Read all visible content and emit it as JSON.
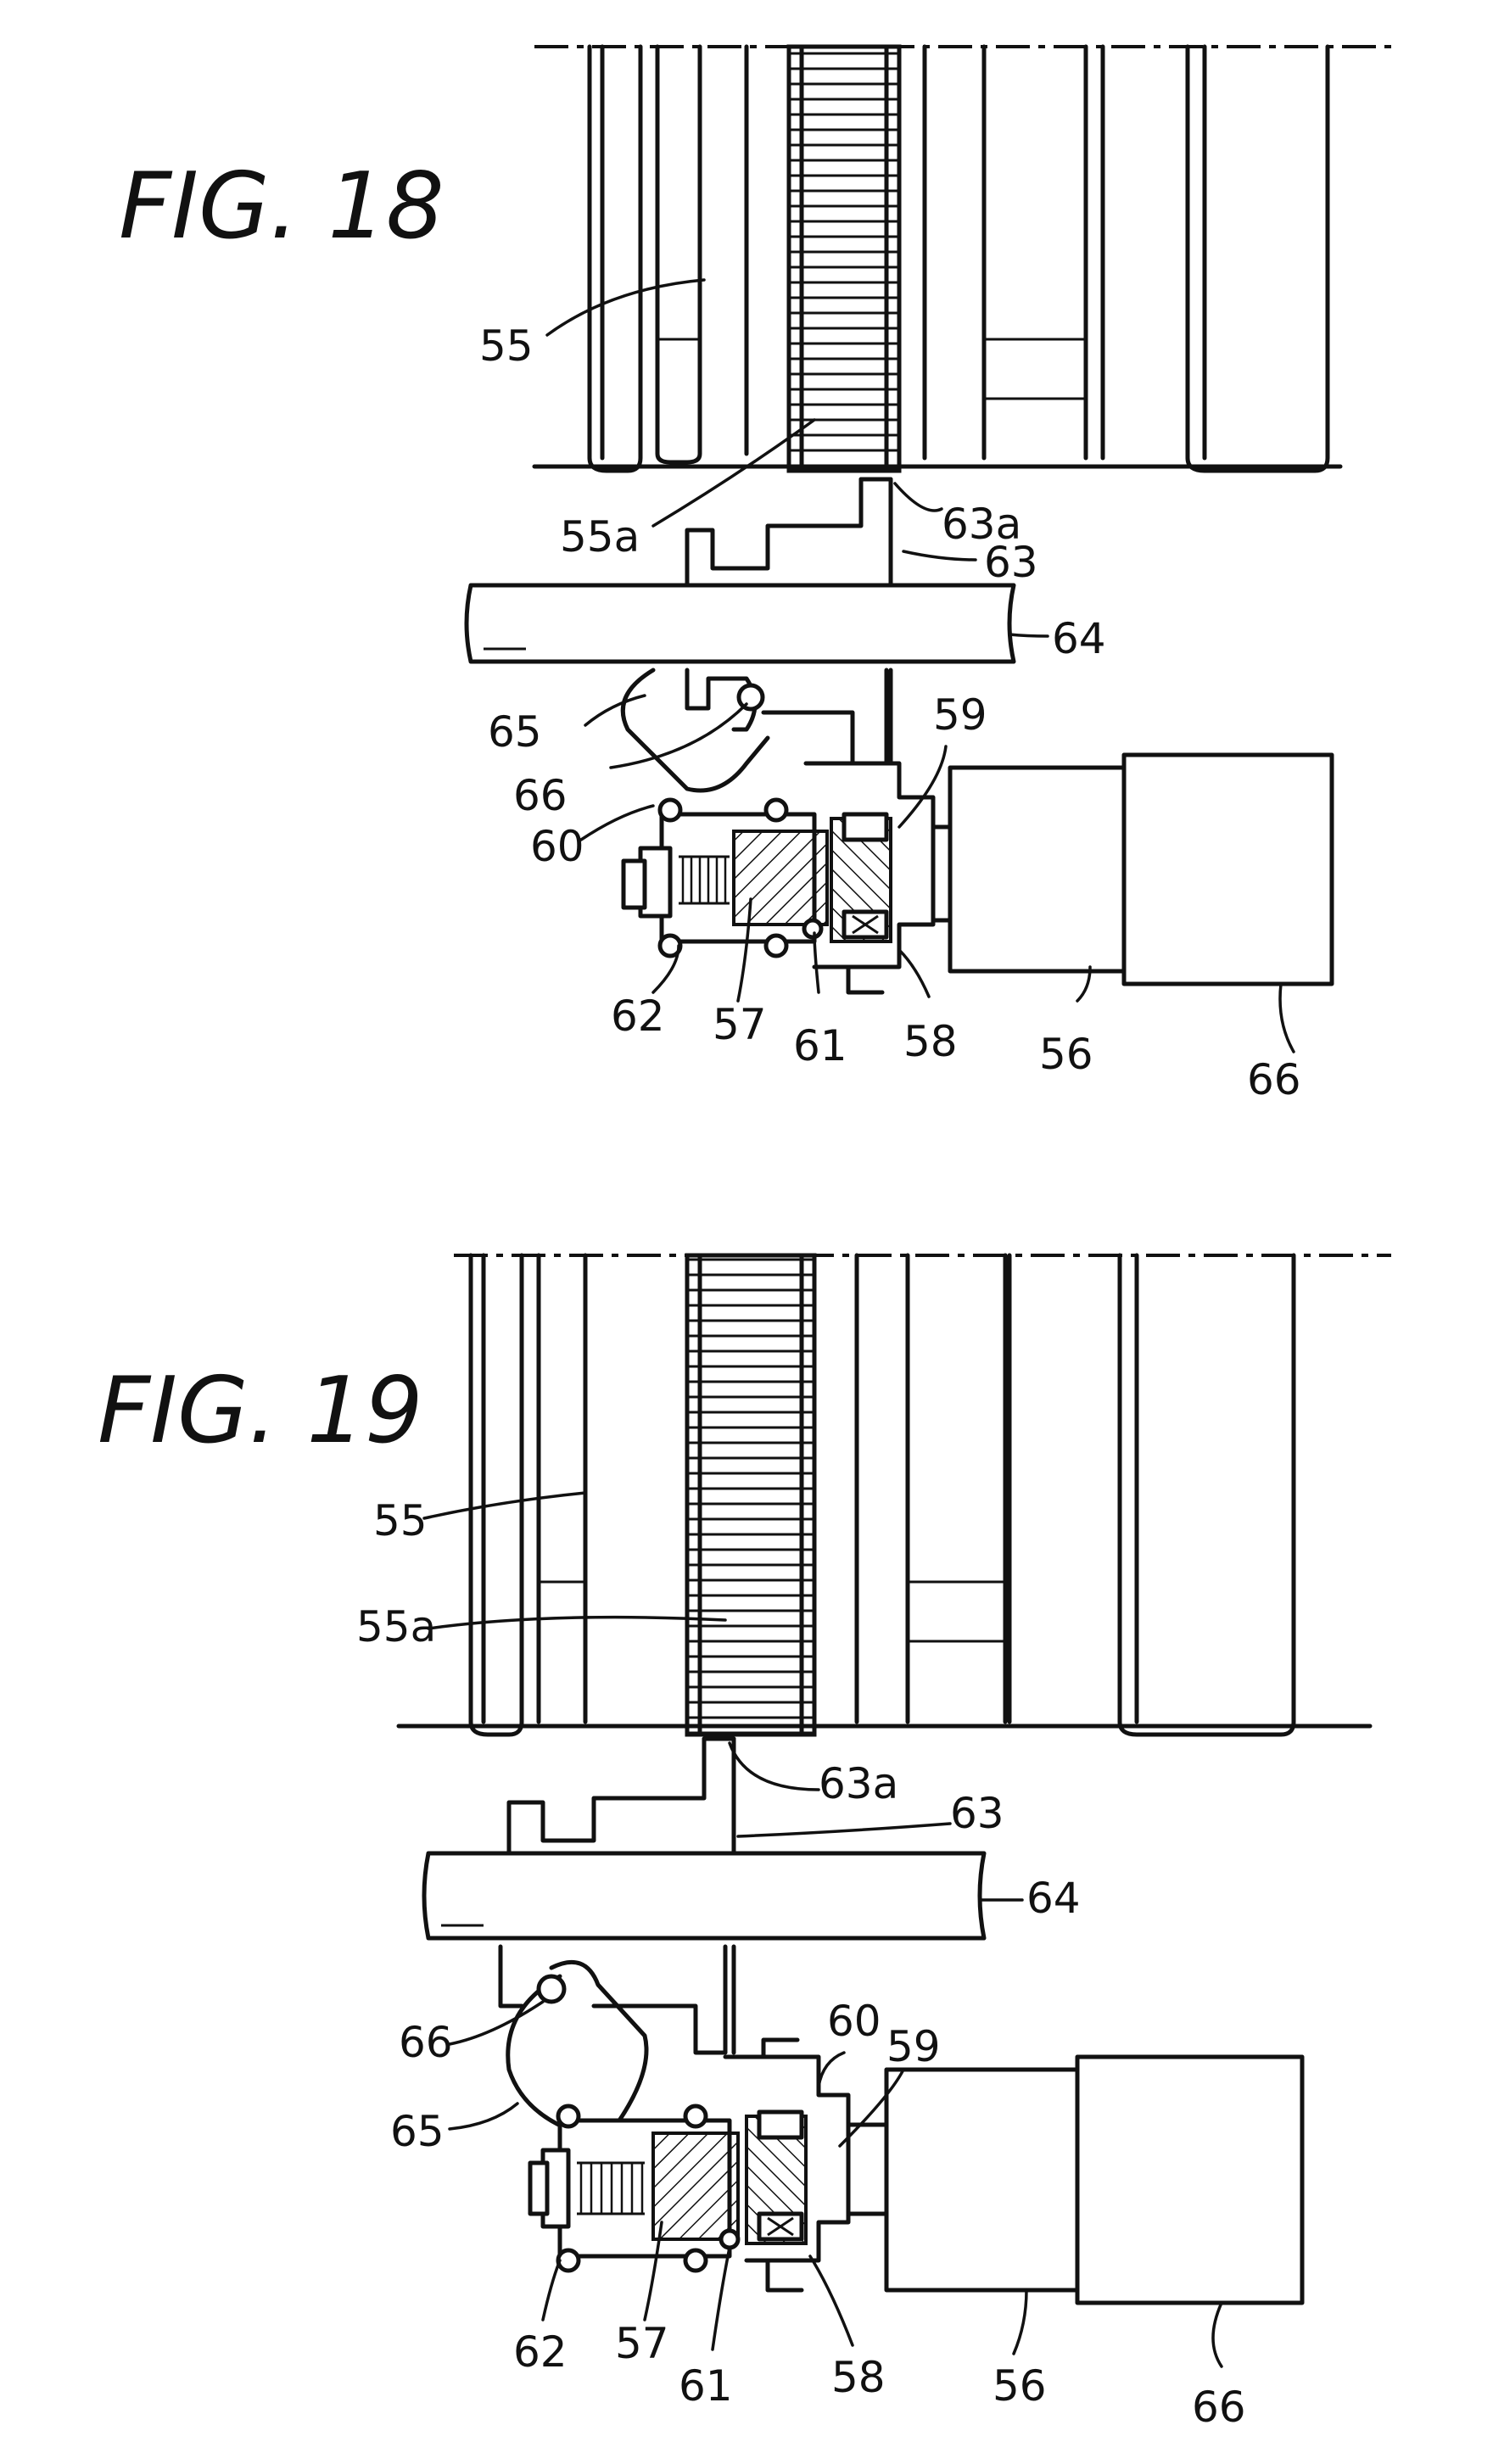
{
  "figures": [
    {
      "title": "FIG. 18",
      "labels": {
        "l55": "55",
        "l55a": "55a",
        "l63a": "63a",
        "l63": "63",
        "l64": "64",
        "l65": "65",
        "l66a": "66",
        "l60": "60",
        "l59": "59",
        "l62": "62",
        "l57": "57",
        "l61": "61",
        "l58": "58",
        "l56": "56",
        "l66b": "66"
      }
    },
    {
      "title": "FIG. 19",
      "labels": {
        "l55": "55",
        "l55a": "55a",
        "l63a": "63a",
        "l63": "63",
        "l64": "64",
        "l66a": "66",
        "l65": "65",
        "l60": "60",
        "l59": "59",
        "l62": "62",
        "l57": "57",
        "l61": "61",
        "l58": "58",
        "l56": "56",
        "l66b": "66"
      }
    }
  ]
}
